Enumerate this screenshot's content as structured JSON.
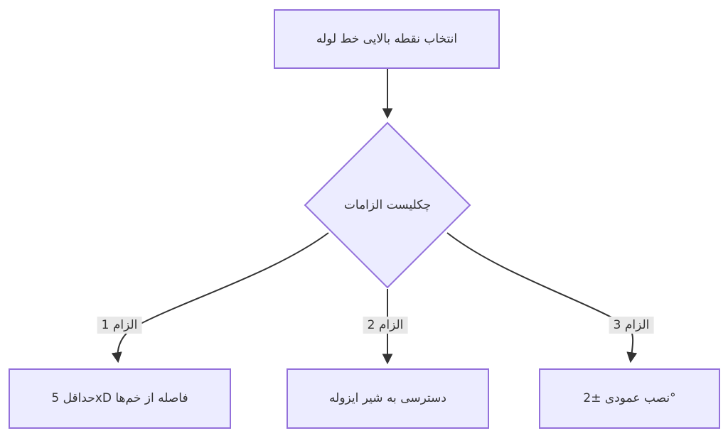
{
  "flowchart": {
    "nodes": {
      "start": {
        "text": "انتخاب نقطه بالایی خط لوله",
        "shape": "rect"
      },
      "decision": {
        "text": "چکلیست الزامات",
        "shape": "diamond"
      },
      "req1": {
        "text": "حداقل 5xD فاصله از خم‌ها",
        "shape": "rect"
      },
      "req2": {
        "text": "دسترسی به شیر ایزوله",
        "shape": "rect"
      },
      "req3": {
        "text": "نصب عمودی ±2°",
        "shape": "rect"
      }
    },
    "edges": [
      {
        "from": "start",
        "to": "decision",
        "label": ""
      },
      {
        "from": "decision",
        "to": "req1",
        "label": "الزام 1"
      },
      {
        "from": "decision",
        "to": "req2",
        "label": "الزام 2"
      },
      {
        "from": "decision",
        "to": "req3",
        "label": "الزام 3"
      }
    ],
    "colors": {
      "node_fill": "#ECECFF",
      "node_border": "#9370DB",
      "edge_line": "#333333",
      "edge_label_bg": "#e8e8e8",
      "text": "#333333",
      "background": "#ffffff"
    }
  }
}
